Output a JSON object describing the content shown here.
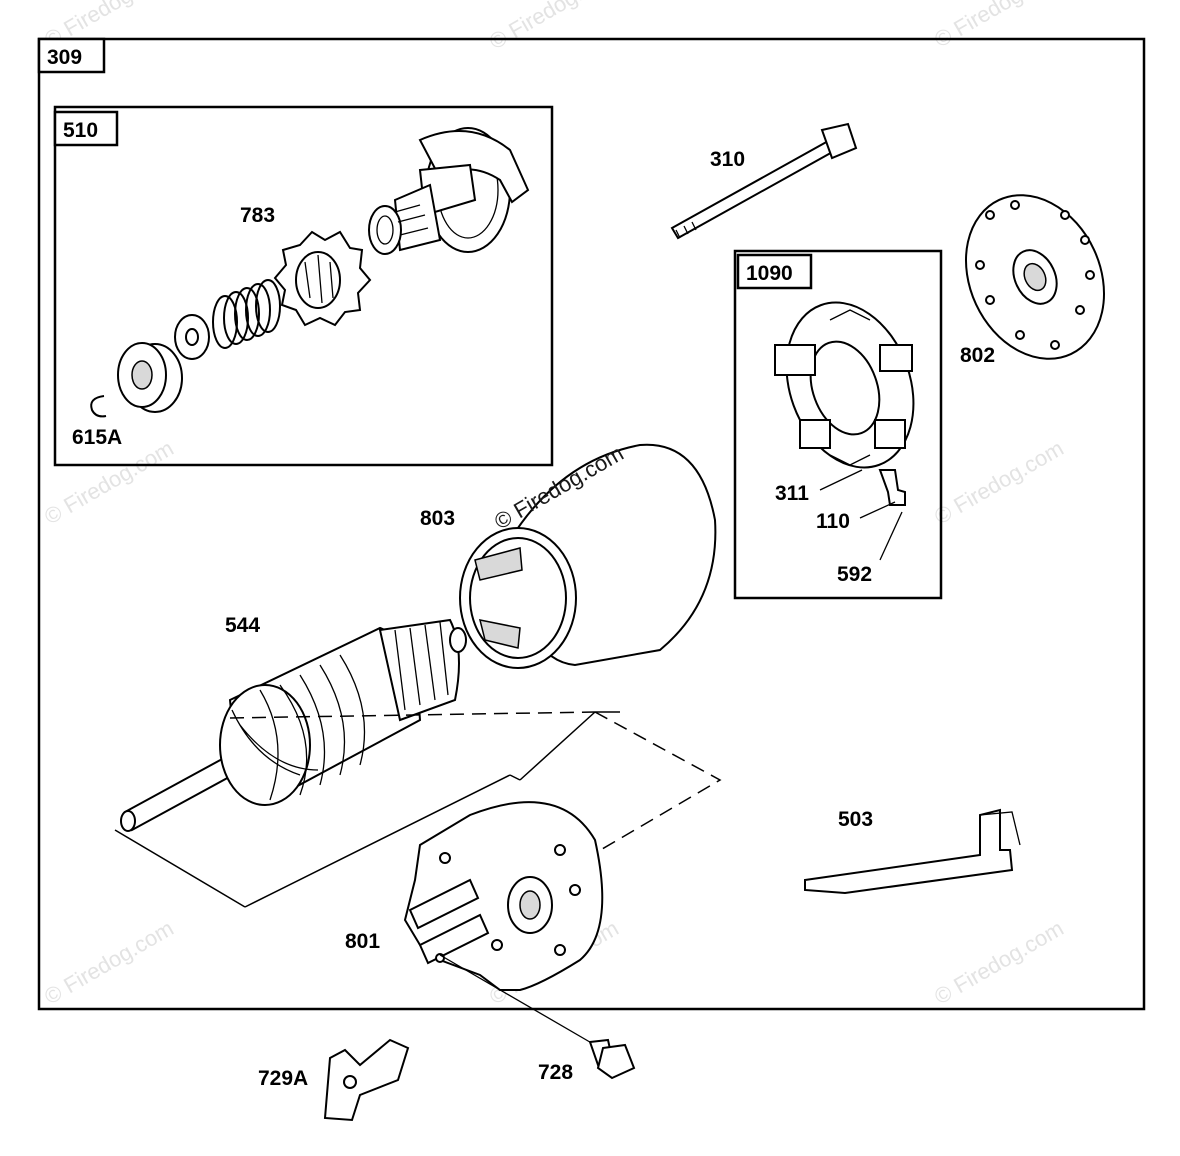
{
  "assemblies": {
    "main": "309",
    "drive": "510",
    "brush_holder": "1090"
  },
  "parts": {
    "p310": "310",
    "p783": "783",
    "p615a": "615A",
    "p802": "802",
    "p803": "803",
    "p311": "311",
    "p110": "110",
    "p592": "592",
    "p544": "544",
    "p503": "503",
    "p801": "801",
    "p729a": "729A",
    "p728": "728"
  },
  "watermark": "© Firedog.com",
  "colors": {
    "line": "#000000",
    "background": "#ffffff",
    "watermark": "#e3e3e3"
  }
}
